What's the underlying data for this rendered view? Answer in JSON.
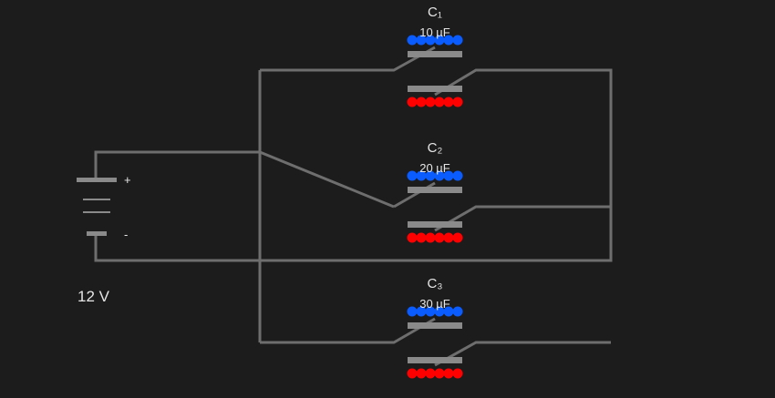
{
  "battery": {
    "voltage_label": "12 V",
    "plus": "+",
    "minus": "-"
  },
  "capacitors": [
    {
      "name": "C₁",
      "value": "10 µF"
    },
    {
      "name": "C₂",
      "value": "20 µF"
    },
    {
      "name": "C₃",
      "value": "30 µF"
    }
  ],
  "colors": {
    "background": "#1c1c1c",
    "wire": "#6e6e6e",
    "positive_charge": "#0a5cff",
    "negative_charge": "#ff0000"
  }
}
